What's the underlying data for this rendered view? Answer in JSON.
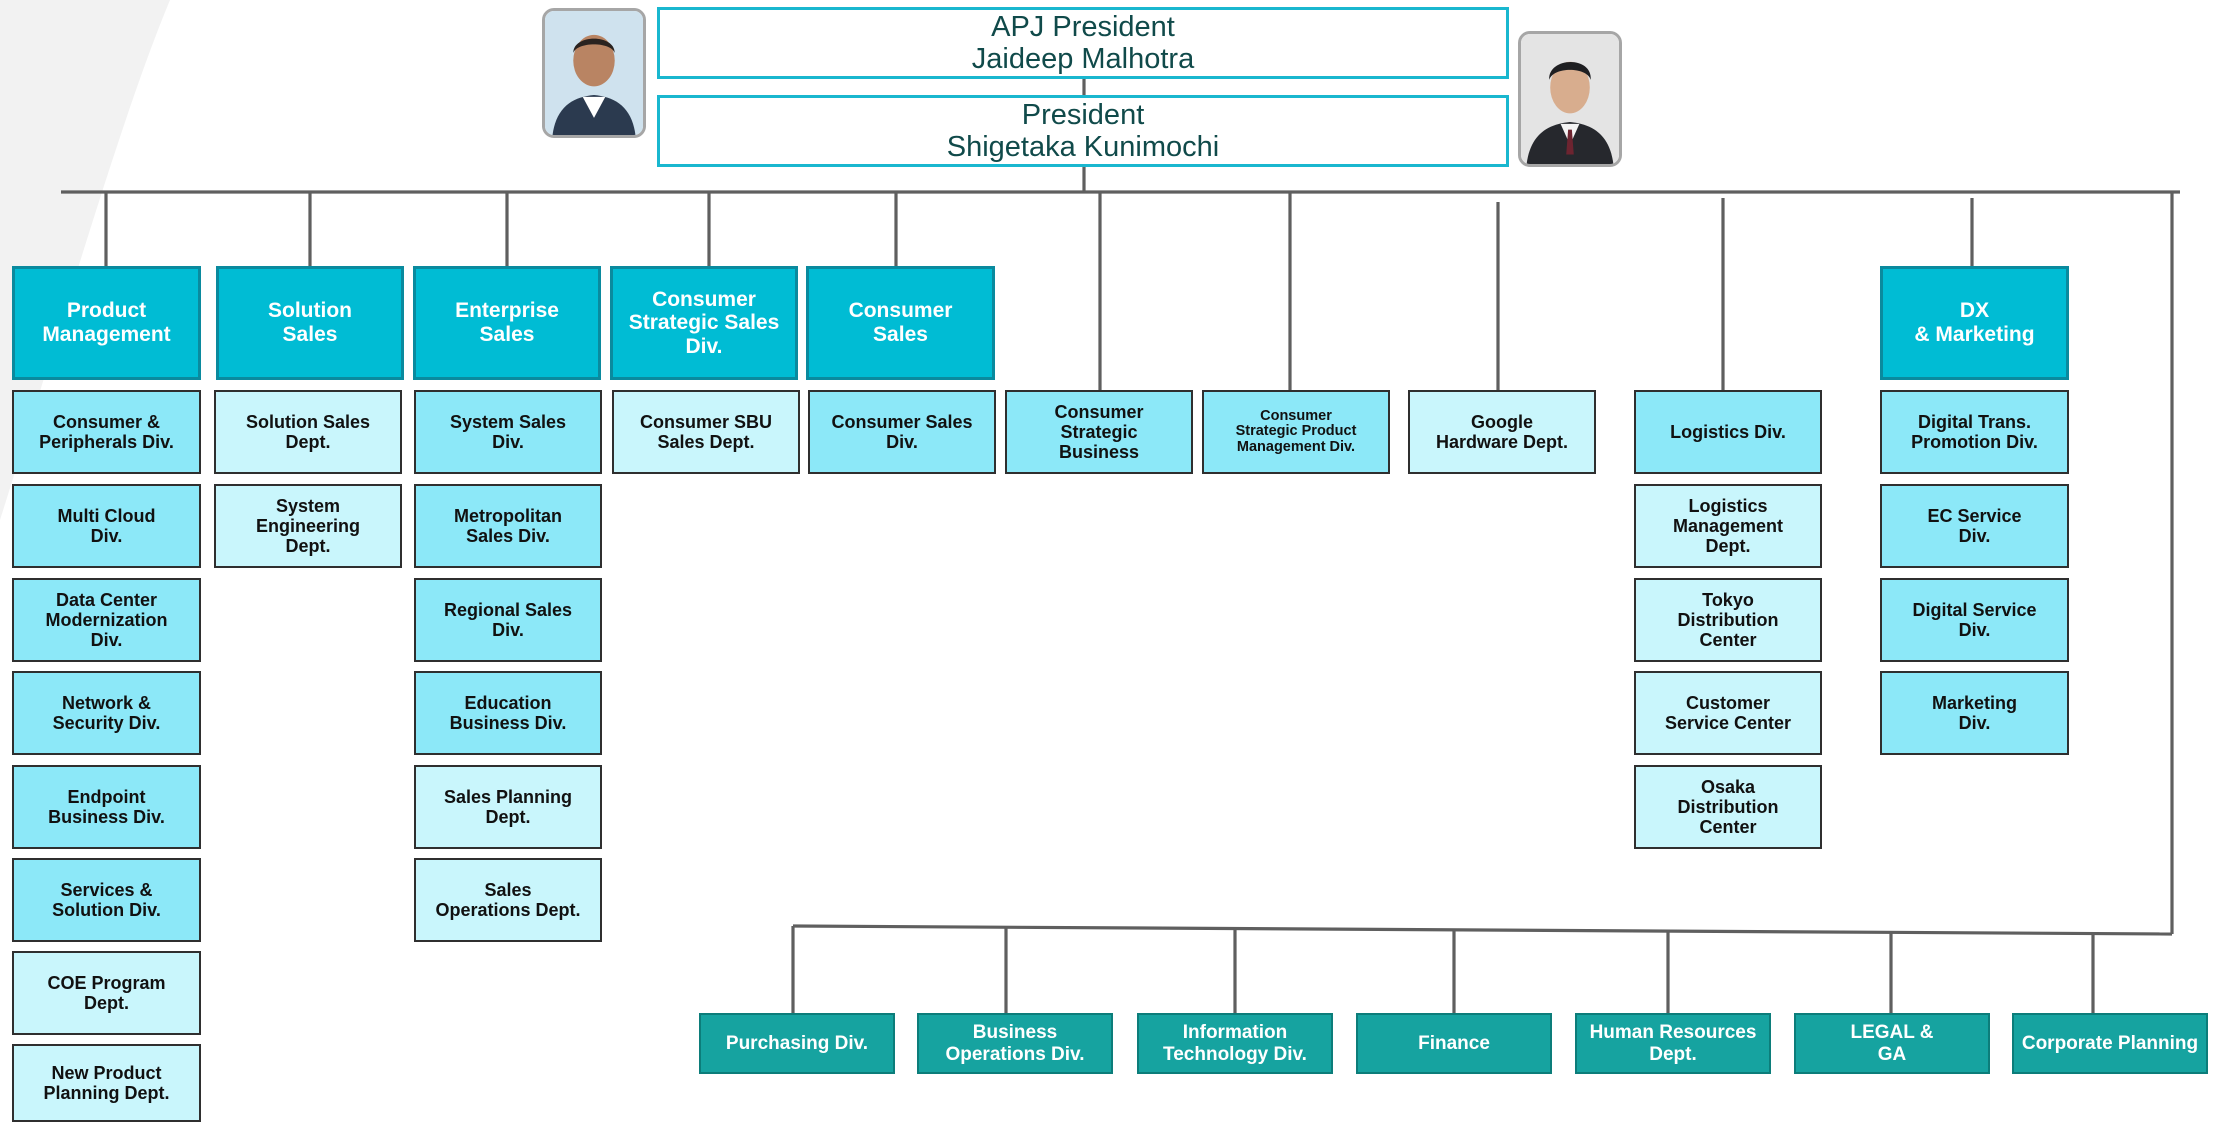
{
  "colors": {
    "exec_border": "#19b7cf",
    "division_head": "#00bcd4",
    "department_cyan": "#8ce8f8",
    "department_light": "#c9f6fc",
    "corporate": "#16a3a0",
    "connector": "#5f5f5f"
  },
  "executives": {
    "apj_president": "APJ President\nJaideep Malhotra",
    "president": "President\nShigetaka Kunimochi"
  },
  "divisions": {
    "product_management": {
      "head": "Product\nManagement",
      "depts": [
        "Consumer &\nPeripherals Div.",
        "Multi Cloud\nDiv.",
        "Data Center\nModernization\nDiv.",
        "Network &\nSecurity Div.",
        "Endpoint\nBusiness Div.",
        "Services &\nSolution Div.",
        "COE Program\nDept.",
        "New Product\nPlanning Dept."
      ]
    },
    "solution_sales": {
      "head": "Solution\nSales",
      "depts": [
        "Solution Sales\nDept.",
        "System\nEngineering\nDept."
      ]
    },
    "enterprise_sales": {
      "head": "Enterprise\nSales",
      "depts": [
        "System Sales\nDiv.",
        "Metropolitan\nSales Div.",
        "Regional Sales\nDiv.",
        "Education\nBusiness Div.",
        "Sales Planning\nDept.",
        "Sales\nOperations Dept."
      ]
    },
    "consumer_strategic_sales": {
      "head": "Consumer\nStrategic Sales\nDiv.",
      "depts": [
        "Consumer SBU\nSales Dept."
      ]
    },
    "consumer_sales": {
      "head": "Consumer\nSales",
      "depts": [
        "Consumer Sales\nDiv."
      ]
    },
    "consumer_strategic_business": "Consumer\nStrategic\nBusiness",
    "consumer_strategic_product_mgmt": "Consumer\nStrategic Product\nManagement Div.",
    "google_hardware": "Google\nHardware Dept.",
    "logistics": {
      "depts": [
        "Logistics Div.",
        "Logistics\nManagement\nDept.",
        "Tokyo\nDistribution\nCenter",
        "Customer\nService Center",
        "Osaka\nDistribution\nCenter"
      ]
    },
    "dx_marketing": {
      "head": "DX\n& Marketing",
      "depts": [
        "Digital Trans.\nPromotion Div.",
        "EC Service\nDiv.",
        "Digital Service\nDiv.",
        "Marketing\nDiv."
      ]
    }
  },
  "corporate": [
    "Purchasing Div.",
    "Business\nOperations Div.",
    "Information\nTechnology Div.",
    "Finance",
    "Human Resources\nDept.",
    "LEGAL &\nGA",
    "Corporate Planning"
  ]
}
